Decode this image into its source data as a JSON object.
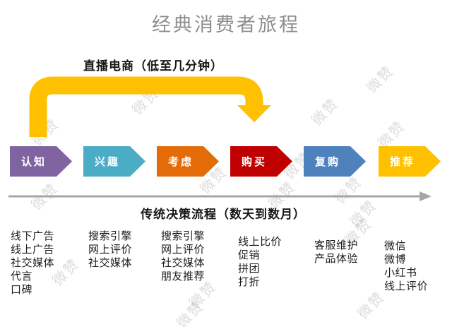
{
  "title": "经典消费者旅程",
  "watermark": {
    "text": "微赞"
  },
  "live_commerce": {
    "label": "直播电商（低至几分钟）"
  },
  "traditional": {
    "label": "传统决策流程（数天到数月）"
  },
  "stages": [
    {
      "label": "认知",
      "color": "#8064A2",
      "items": [
        "线下广告",
        "线上广告",
        "社交媒体",
        "代言",
        "口碑"
      ]
    },
    {
      "label": "兴趣",
      "color": "#4BACC6",
      "items": [
        "搜索引擎",
        "网上评价",
        "社交媒体"
      ]
    },
    {
      "label": "考虑",
      "color": "#E36C09",
      "items": [
        "搜索引擎",
        "网上评价",
        "社交媒体",
        "朋友推荐"
      ]
    },
    {
      "label": "购买",
      "color": "#C00000",
      "items": [
        "线上比价",
        "促销",
        "拼团",
        "打折"
      ]
    },
    {
      "label": "复购",
      "color": "#4F81BD",
      "items": [
        "客服维护",
        "产品体验"
      ]
    },
    {
      "label": "推荐",
      "color": "#FFC000",
      "items": [
        "微信",
        "微博",
        "小红书",
        "线上评价"
      ]
    }
  ],
  "colors": {
    "live_arrow": "#FFC000",
    "timeline_arrow": "#A6A6A6",
    "title_text": "#8E8E8E"
  }
}
